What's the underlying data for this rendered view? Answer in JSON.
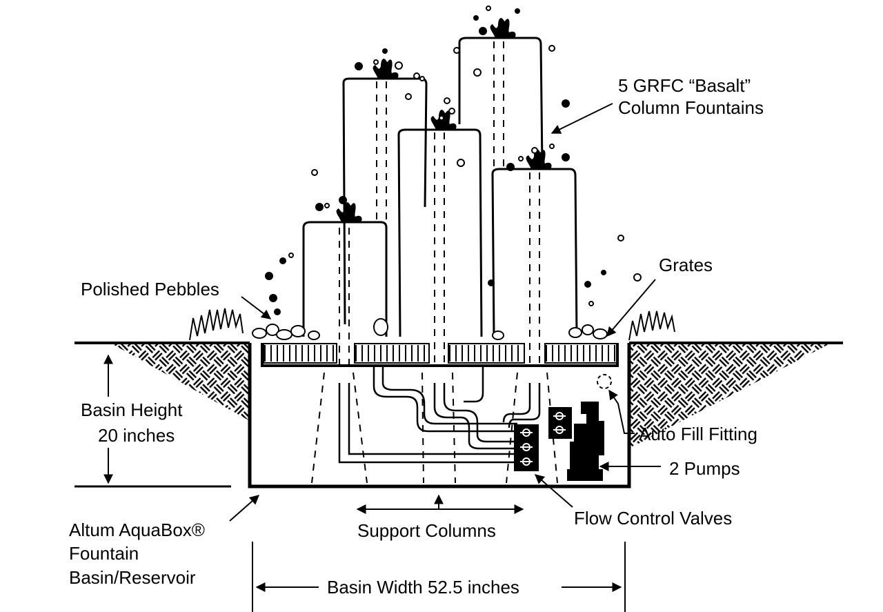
{
  "diagram": {
    "title": "Basalt Column Fountain with AquaBox Basin Cross-Section",
    "colors": {
      "ink": "#000000",
      "paper": "#ffffff"
    },
    "labels": {
      "columns": {
        "line1": "5 GRFC “Basalt”",
        "line2": "Column Fountains"
      },
      "grates": "Grates",
      "pebbles": "Polished Pebbles",
      "basin_height": {
        "line1": "Basin Height",
        "line2": "20 inches"
      },
      "auto_fill": "Auto Fill Fitting",
      "pumps": "2 Pumps",
      "valves": "Flow Control Valves",
      "support_columns": "Support Columns",
      "basin": {
        "line1": "Altum AquaBox®",
        "line2": "Fountain",
        "line3": "Basin/Reservoir"
      },
      "basin_width": "Basin Width 52.5 inches"
    },
    "components": {
      "column_fountains_count": 5,
      "pumps_count": 2,
      "flow_control_valves_count": 5,
      "support_columns_count": 3,
      "basin_height_inches": 20,
      "basin_width_inches": 52.5
    }
  }
}
